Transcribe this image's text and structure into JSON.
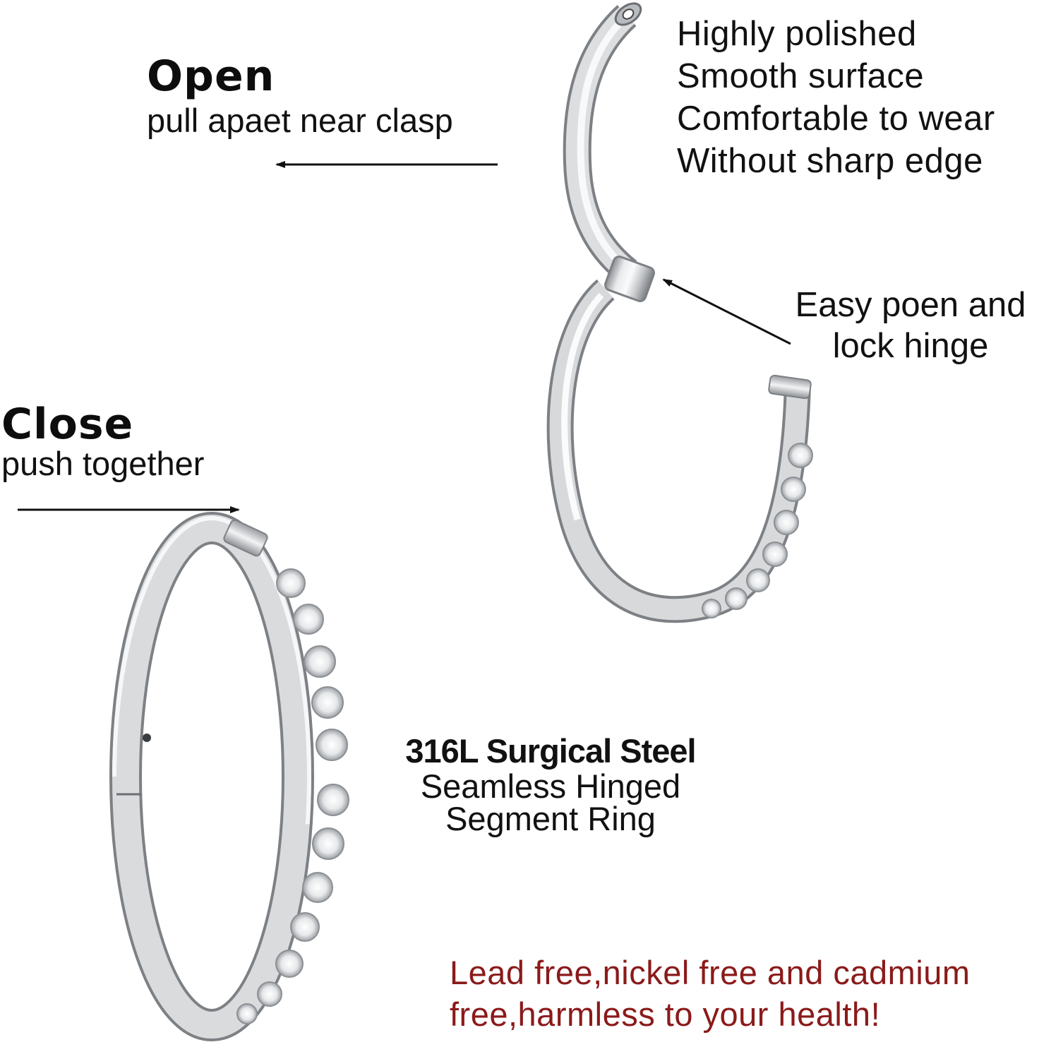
{
  "open": {
    "title": "Open",
    "subtitle": "pull apaet near clasp"
  },
  "close": {
    "title": "Close",
    "subtitle": "push together"
  },
  "features": [
    "Highly polished",
    "Smooth surface",
    "Comfortable to wear",
    "Without sharp edge"
  ],
  "hinge_note": [
    "Easy poen and",
    "lock hinge"
  ],
  "material": {
    "title": "316L Surgical Steel",
    "line1": "Seamless Hinged",
    "line2": "Segment Ring"
  },
  "health_note": [
    "Lead free,nickel free and cadmium",
    "free,harmless to your health!"
  ],
  "colors": {
    "text": "#111111",
    "health_text": "#8b1a1a",
    "steel": "#c8cacc",
    "steel_dark": "#7d8084",
    "steel_light": "#f4f5f6",
    "gem": "#e9ecef"
  }
}
